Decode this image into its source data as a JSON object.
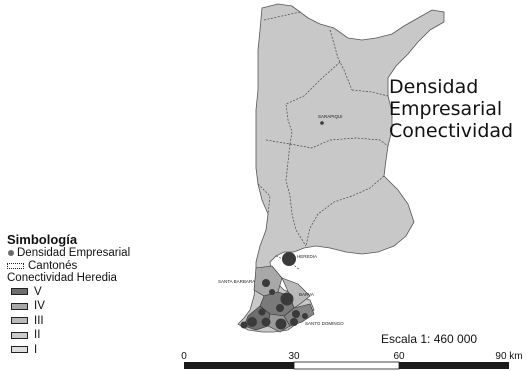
{
  "title": {
    "lines": [
      "Densidad",
      "Empresarial",
      "Conectividad"
    ]
  },
  "legend": {
    "heading": "Simbología",
    "items": [
      {
        "label": "Densidad Empresarial",
        "symbol": "dot-icon"
      },
      {
        "label": "Cantonés",
        "symbol": "dotted-outline-icon"
      }
    ],
    "subheading": "Conectividad Heredia",
    "classes": [
      {
        "label": "V",
        "color": "#6e6e6e"
      },
      {
        "label": "IV",
        "color": "#a8a8a8"
      },
      {
        "label": "III",
        "color": "#b9b9b9"
      },
      {
        "label": "II",
        "color": "#cbcbcb"
      },
      {
        "label": "I",
        "color": "#dedede"
      }
    ]
  },
  "scale": {
    "label": "Escala 1: 460 000",
    "ticks": [
      "0",
      "30",
      "60",
      "90 km"
    ]
  },
  "places": [
    {
      "name": "SARAPIQUI"
    },
    {
      "name": "HEREDIA"
    },
    {
      "name": "SANTA BARBARA"
    },
    {
      "name": "BARVA"
    },
    {
      "name": "SANTO DOMINGO"
    }
  ],
  "colors": {
    "region_fill": "#c6c6c6",
    "border": "#555555",
    "dot": "#3a3a3a"
  }
}
